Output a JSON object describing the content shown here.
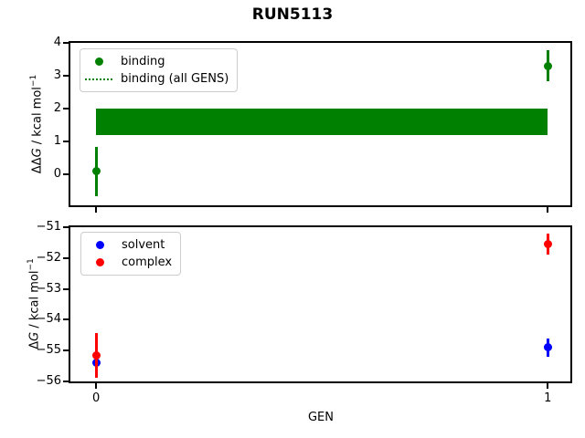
{
  "figure": {
    "title": "RUN5113",
    "background": "#ffffff"
  },
  "chart_data": [
    {
      "type": "scatter",
      "title": "",
      "xlabel": "",
      "ylabel": "ΔΔG / kcal mol⁻¹",
      "ylabel_parts": {
        "prefix": "ΔΔ",
        "symbol": "G",
        "unit": " / kcal mol",
        "sup": "−1"
      },
      "xlim": [
        -0.057,
        1.05
      ],
      "ylim": [
        -0.93,
        4.0
      ],
      "yticks": [
        4,
        3,
        2,
        1,
        0
      ],
      "ytick_labels": [
        "4",
        "3",
        "2",
        "1",
        "0"
      ],
      "xticks": [
        0,
        1
      ],
      "xtick_labels": [
        "0",
        "1"
      ],
      "show_xtick_labels": false,
      "grid": false,
      "legend_position": "upper-left",
      "band": {
        "name": "binding (all GENS)",
        "x_from": 0.0,
        "x_to": 1.0,
        "y_low": 1.2,
        "y_high": 2.0,
        "color": "#008000"
      },
      "series": [
        {
          "name": "binding",
          "color": "#008000",
          "marker": "circle",
          "points": [
            {
              "x": 0,
              "y": 0.1,
              "yerr": 0.75
            },
            {
              "x": 1,
              "y": 3.3,
              "yerr": 0.47
            }
          ]
        }
      ]
    },
    {
      "type": "scatter",
      "title": "",
      "xlabel": "GEN",
      "ylabel": "ΔG / kcal mol⁻¹",
      "ylabel_parts": {
        "prefix": "Δ",
        "symbol": "G",
        "unit": " / kcal mol",
        "sup": "−1"
      },
      "xlim": [
        -0.057,
        1.05
      ],
      "ylim": [
        -56,
        -51
      ],
      "yticks": [
        -51,
        -52,
        -53,
        -54,
        -55,
        -56
      ],
      "ytick_labels": [
        "−51",
        "−52",
        "−53",
        "−54",
        "−55",
        "−56"
      ],
      "xticks": [
        0,
        1
      ],
      "xtick_labels": [
        "0",
        "1"
      ],
      "show_xtick_labels": true,
      "grid": false,
      "legend_position": "upper-left",
      "series": [
        {
          "name": "solvent",
          "color": "#0000ff",
          "marker": "circle",
          "points": [
            {
              "x": 0,
              "y": -55.4,
              "yerr": 0.35
            },
            {
              "x": 1,
              "y": -54.9,
              "yerr": 0.3
            }
          ]
        },
        {
          "name": "complex",
          "color": "#ff0000",
          "marker": "circle",
          "points": [
            {
              "x": 0,
              "y": -55.15,
              "yerr": 0.73
            },
            {
              "x": 1,
              "y": -51.55,
              "yerr": 0.33
            }
          ]
        }
      ]
    }
  ]
}
